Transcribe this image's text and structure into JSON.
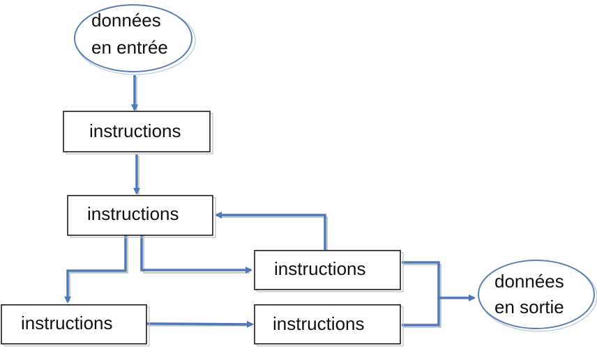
{
  "nodes": {
    "input": {
      "line1": "données",
      "line2": "en entrée"
    },
    "step1": {
      "label": "instructions"
    },
    "step2": {
      "label": "instructions"
    },
    "step3": {
      "label": "instructions"
    },
    "step4": {
      "label": "instructions"
    },
    "step5": {
      "label": "instructions"
    },
    "output": {
      "line1": "données",
      "line2": "en sortie"
    }
  },
  "colors": {
    "connector": "#4f78b6",
    "ellipse_border": "#5b7fb8",
    "box_border": "#1a1a1a"
  }
}
